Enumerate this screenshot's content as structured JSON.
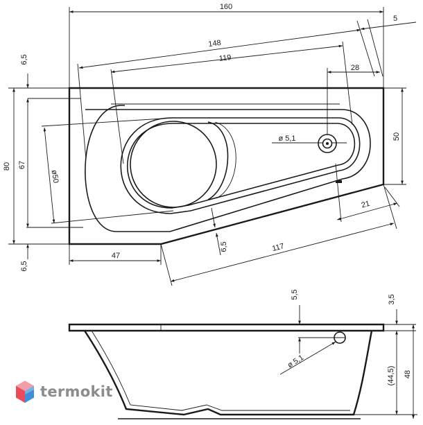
{
  "brand": {
    "name": "termokit",
    "colors": [
      "#e94b5b",
      "#3d8fd8",
      "#f2a0a8",
      "#9cc8ee"
    ]
  },
  "dimensions": {
    "top_view": {
      "overall_length": "160",
      "corner_offset": "5",
      "inner_length": "148",
      "bowl_length": "119",
      "drain_offset": "28",
      "overall_width": "80",
      "inner_width": "67",
      "rim_top": "6,5",
      "rim_bottom": "6,5",
      "bowl_diameter": "ø50",
      "drain_diameter": "ø 5,1",
      "right_edge_height": "50",
      "right_chamfer": "21",
      "left_bottom_width": "47",
      "inner_step": "6,5",
      "slanted_length": "117"
    },
    "side_view": {
      "drain_depth": "5,5",
      "rim_thickness": "3,5",
      "drain_diameter": "ø 5,1",
      "inner_depth": "(44,5)",
      "overall_height": "48"
    }
  }
}
